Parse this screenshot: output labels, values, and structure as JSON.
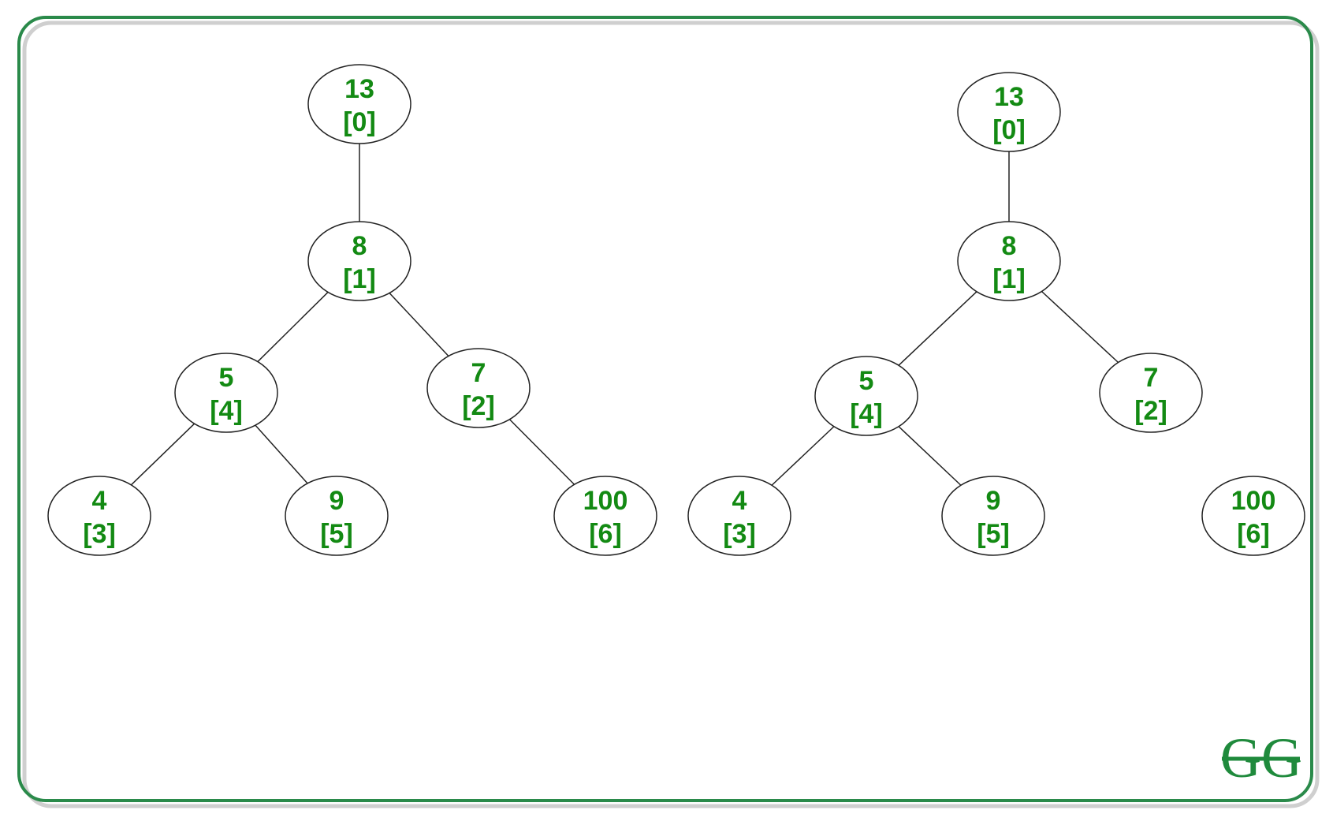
{
  "theme": {
    "accent": "#1f8a3c",
    "label_color": "#138a13",
    "node_stroke": "#222222",
    "edge_stroke": "#222222",
    "frame_stroke": "#2a8a4a",
    "frame_shadow": "#cfcfcf",
    "background": "#ffffff"
  },
  "logo": {
    "text": "GG",
    "icon": "geeksforgeeks-logo"
  },
  "trees": [
    {
      "name": "left-tree",
      "nodes": [
        {
          "id": "L0",
          "value": "13",
          "index": "[0]"
        },
        {
          "id": "L1",
          "value": "8",
          "index": "[1]"
        },
        {
          "id": "L4",
          "value": "5",
          "index": "[4]"
        },
        {
          "id": "L2",
          "value": "7",
          "index": "[2]"
        },
        {
          "id": "L3",
          "value": "4",
          "index": "[3]"
        },
        {
          "id": "L5",
          "value": "9",
          "index": "[5]"
        },
        {
          "id": "L6",
          "value": "100",
          "index": "[6]"
        }
      ],
      "edges": [
        [
          "L0",
          "L1"
        ],
        [
          "L1",
          "L4"
        ],
        [
          "L1",
          "L2"
        ],
        [
          "L4",
          "L3"
        ],
        [
          "L4",
          "L5"
        ],
        [
          "L2",
          "L6"
        ]
      ]
    },
    {
      "name": "right-tree",
      "nodes": [
        {
          "id": "R0",
          "value": "13",
          "index": "[0]"
        },
        {
          "id": "R1",
          "value": "8",
          "index": "[1]"
        },
        {
          "id": "R4",
          "value": "5",
          "index": "[4]"
        },
        {
          "id": "R2",
          "value": "7",
          "index": "[2]"
        },
        {
          "id": "R3",
          "value": "4",
          "index": "[3]"
        },
        {
          "id": "R5",
          "value": "9",
          "index": "[5]"
        },
        {
          "id": "R6",
          "value": "100",
          "index": "[6]"
        }
      ],
      "edges": [
        [
          "R0",
          "R1"
        ],
        [
          "R1",
          "R4"
        ],
        [
          "R1",
          "R2"
        ],
        [
          "R4",
          "R3"
        ],
        [
          "R4",
          "R5"
        ]
      ]
    }
  ]
}
